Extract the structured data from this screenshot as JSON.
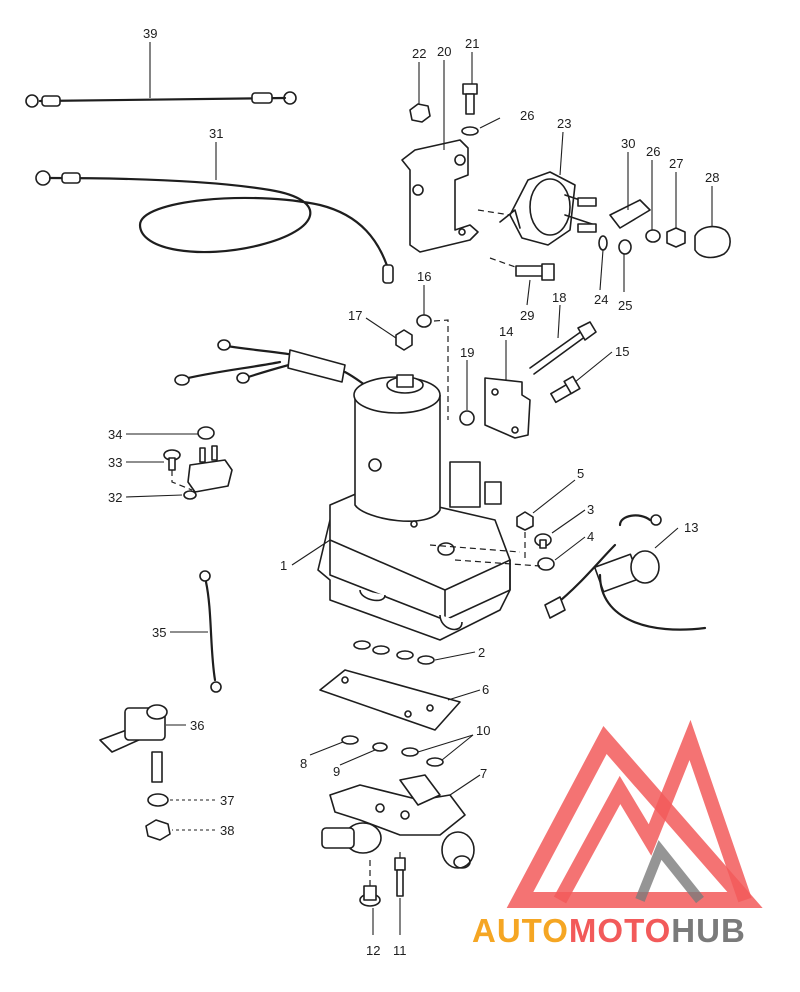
{
  "colors": {
    "line": "#1e1e1e",
    "watermark_red": "#f25a5a",
    "watermark_orange": "#f5a623",
    "watermark_gray": "#7a7a7a"
  },
  "callouts": {
    "c1": "1",
    "c2": "2",
    "c3": "3",
    "c4": "4",
    "c5": "5",
    "c6": "6",
    "c7": "7",
    "c8": "8",
    "c9": "9",
    "c10": "10",
    "c11": "11",
    "c12": "12",
    "c13": "13",
    "c14": "14",
    "c15": "15",
    "c16": "16",
    "c17": "17",
    "c18": "18",
    "c19": "19",
    "c20": "20",
    "c21": "21",
    "c22": "22",
    "c23": "23",
    "c24": "24",
    "c25": "25",
    "c26a": "26",
    "c26b": "26",
    "c27": "27",
    "c28": "28",
    "c29": "29",
    "c30": "30",
    "c31": "31",
    "c32": "32",
    "c33": "33",
    "c34": "34",
    "c35": "35",
    "c36": "36",
    "c37": "37",
    "c38": "38",
    "c39": "39"
  },
  "watermark": {
    "part1": "AUTO",
    "part2": "MOTO",
    "part3": "HUB"
  }
}
